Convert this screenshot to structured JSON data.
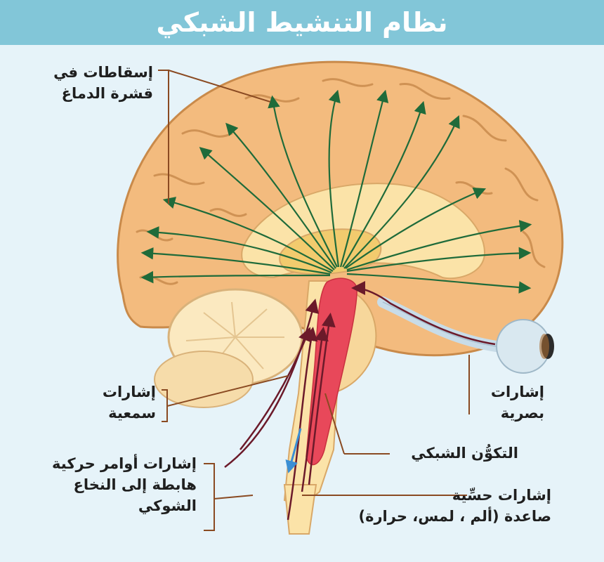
{
  "title": "نظام التنشيط الشبكي",
  "labels": {
    "cortex_projections": [
      "إسقاطات في",
      "قشرة الدماغ"
    ],
    "auditory_signals": [
      "إشارات",
      "سمعية"
    ],
    "motor_signals": [
      "إشارات أوامر حركية",
      "هابطة إلى النخاع",
      "الشوكي"
    ],
    "visual_signals": [
      "إشارات",
      "بصرية"
    ],
    "reticular_formation": "التكوُّن الشبكي",
    "sensory_signals": [
      "إشارات حسِّية",
      "صاعدة (ألم ، لمس، حرارة)"
    ]
  },
  "colors": {
    "title_bar": "#82c6d8",
    "background": "#e6f3f9",
    "cortex": "#f3bb7e",
    "inner_brain": "#fbe3a8",
    "reticular": "#e8485a",
    "projection_arrows": "#1f6b3a",
    "signal_arrows": "#6b1a2a",
    "leader_lines": "#8a4a22",
    "descending_arrow": "#3b8fd4"
  }
}
